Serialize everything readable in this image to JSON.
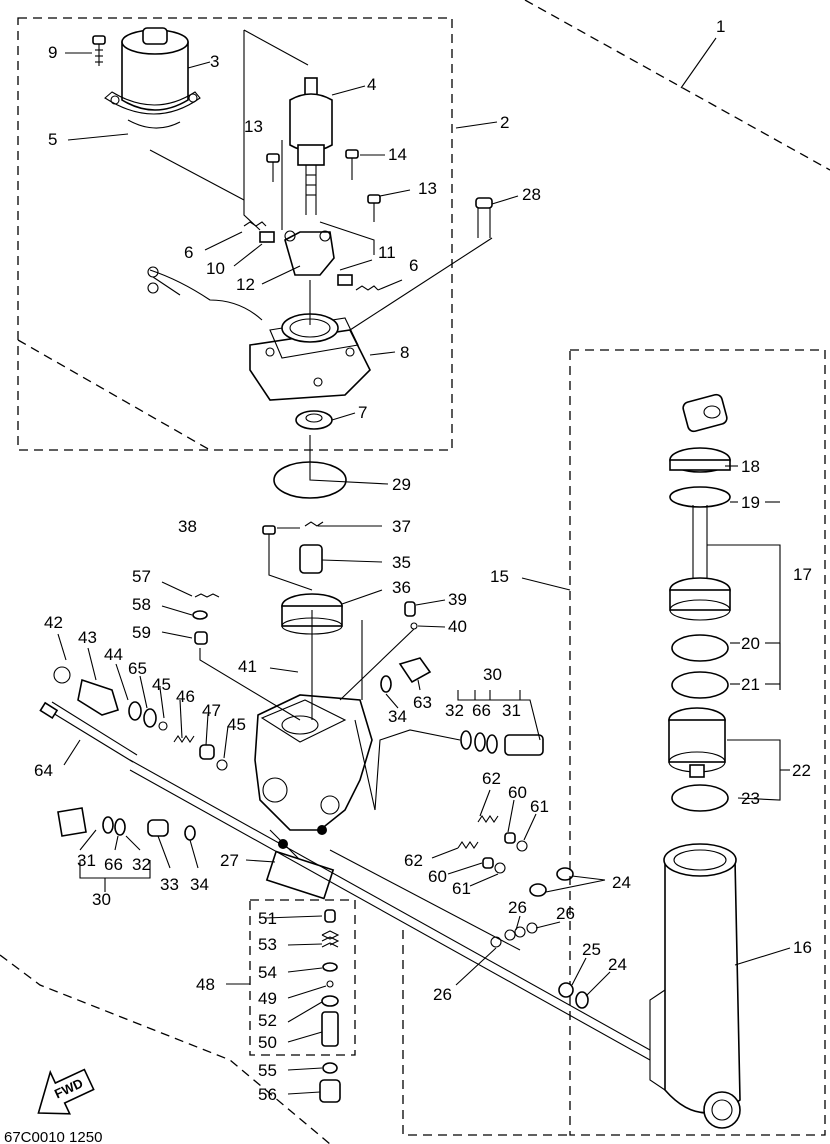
{
  "diagram": {
    "drawing_code": "67C0010 1250",
    "fwd_label": "FWD",
    "part_numbers": {
      "p1": "1",
      "p2": "2",
      "p3": "3",
      "p4": "4",
      "p5": "5",
      "p6a": "6",
      "p6b": "6",
      "p7": "7",
      "p8": "8",
      "p9": "9",
      "p10": "10",
      "p11": "11",
      "p12": "12",
      "p13a": "13",
      "p13b": "13",
      "p14": "14",
      "p15": "15",
      "p16": "16",
      "p17": "17",
      "p18": "18",
      "p19": "19",
      "p20": "20",
      "p21": "21",
      "p22": "22",
      "p23": "23",
      "p24a": "24",
      "p24b": "24",
      "p25": "25",
      "p26a": "26",
      "p26b": "26",
      "p26c": "26",
      "p27": "27",
      "p28": "28",
      "p29": "29",
      "p30a": "30",
      "p30b": "30",
      "p31a": "31",
      "p31b": "31",
      "p32a": "32",
      "p32b": "32",
      "p33": "33",
      "p34a": "34",
      "p34b": "34",
      "p35": "35",
      "p36": "36",
      "p37": "37",
      "p38": "38",
      "p39": "39",
      "p40": "40",
      "p41": "41",
      "p42": "42",
      "p43": "43",
      "p44": "44",
      "p45a": "45",
      "p45b": "45",
      "p46": "46",
      "p47": "47",
      "p48": "48",
      "p49": "49",
      "p50": "50",
      "p51": "51",
      "p52": "52",
      "p53": "53",
      "p54": "54",
      "p55": "55",
      "p56": "56",
      "p57": "57",
      "p58": "58",
      "p59": "59",
      "p60a": "60",
      "p60b": "60",
      "p61a": "61",
      "p61b": "61",
      "p62a": "62",
      "p62b": "62",
      "p63": "63",
      "p64": "64",
      "p65": "65",
      "p66a": "66",
      "p66b": "66"
    }
  }
}
